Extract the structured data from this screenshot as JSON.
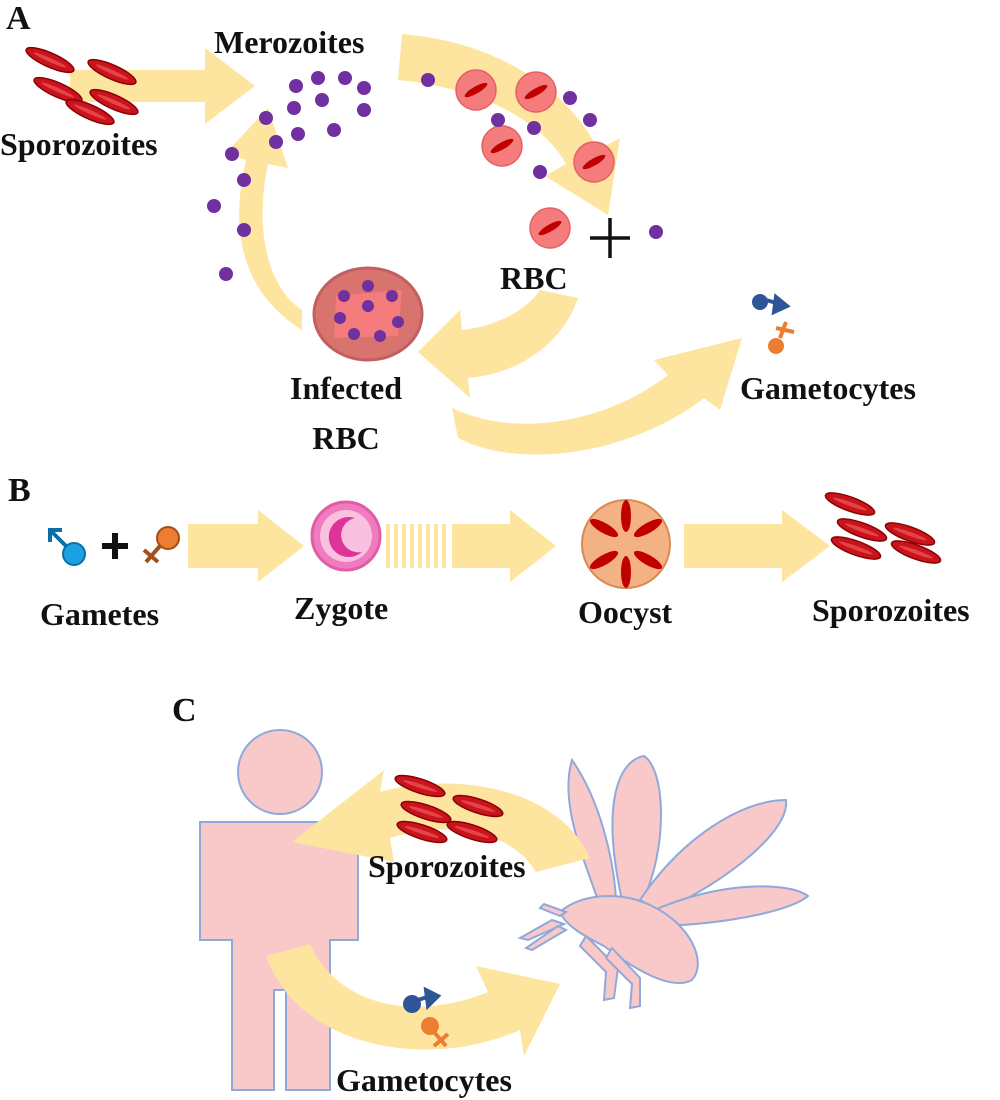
{
  "colors": {
    "arrow": "#FDE5A0",
    "sporozoite": "#C8141C",
    "sporozoite_outline": "#8B0000",
    "merozoite": "#7030A0",
    "rbc": "#F47C7C",
    "rbc_spot": "#C00000",
    "infected_rbc": "#D9736E",
    "male_gamete": "#2E5597",
    "female_gamete": "#ED7D31",
    "gamete_blue": "#1BA1E2",
    "zygote_outer": "#F07CC0",
    "zygote_inner": "#F9C0E0",
    "oocyst": "#F4B183",
    "host_fill": "#F9C9C9",
    "host_outline": "#8EA9DB"
  },
  "icons": {
    "male_symbol": "male-symbol-icon",
    "female_symbol": "female-symbol-icon",
    "plus_sign": "plus-icon",
    "human": "human-silhouette-icon",
    "mosquito": "mosquito-silhouette-icon"
  },
  "panel_a": {
    "letter": "A",
    "sporozoites": "Sporozoites",
    "merozoites": "Merozoites",
    "rbc": "RBC",
    "infected_rbc_line1": "Infected",
    "infected_rbc_line2": "RBC",
    "gametocytes": "Gametocytes"
  },
  "panel_b": {
    "letter": "B",
    "gametes": "Gametes",
    "zygote": "Zygote",
    "oocyst": "Oocyst",
    "sporozoites": "Sporozoites"
  },
  "panel_c": {
    "letter": "C",
    "sporozoites": "Sporozoites",
    "gametocytes": "Gametocytes"
  }
}
